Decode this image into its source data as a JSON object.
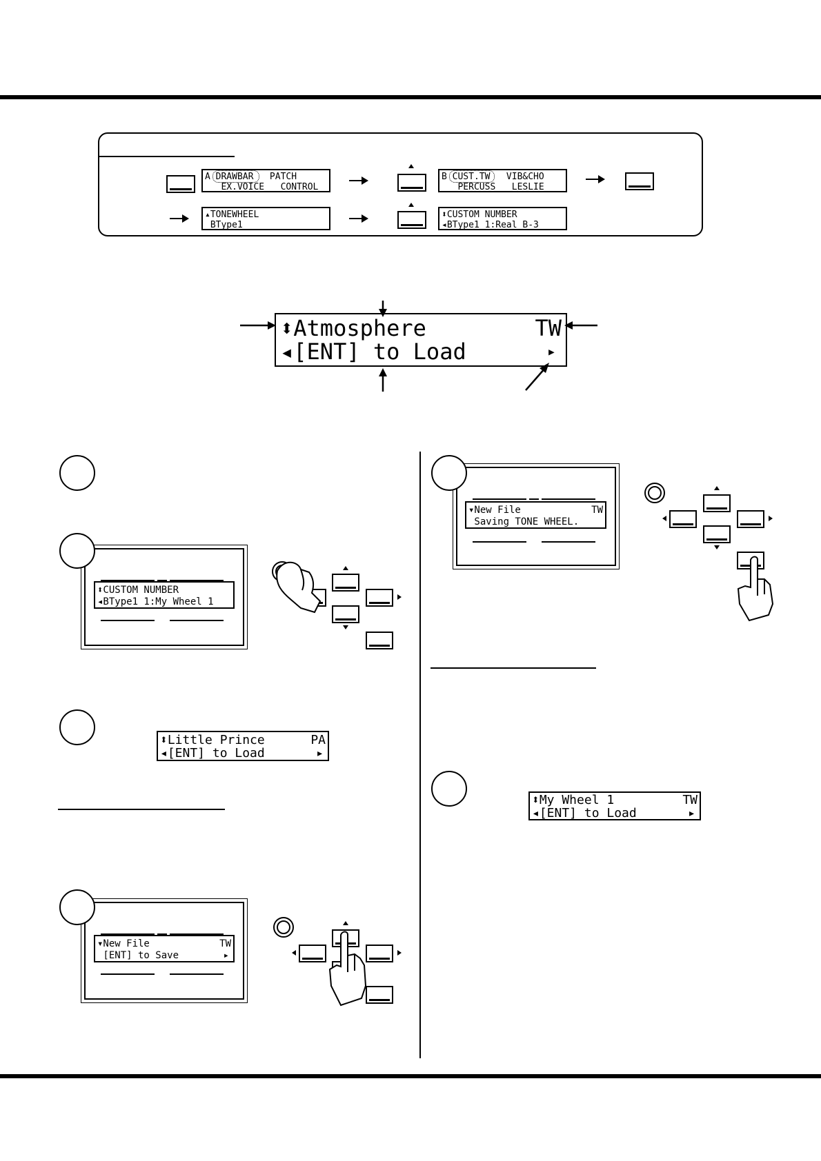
{
  "nav_box": {
    "lcd_a": {
      "line1": "A DRAWBAR   PATCH",
      "line2": "   EX.VOICE   CONTROL"
    },
    "lcd_b": {
      "line1": "B CUST.TW   VIB&CHO",
      "line2": "   PERCUSS   LESLIE"
    },
    "lcd_c": {
      "line1": "▴TONEWHEEL",
      "line2": " BType1"
    },
    "lcd_d": {
      "line1": "⬍CUSTOM NUMBER",
      "line2": "◂BType1 1:Real B-3"
    }
  },
  "main_lcd": {
    "line1": "⬍Atmosphere",
    "line1_right": "TW",
    "line2": "◂[ENT] to Load",
    "line2_right": "▸"
  },
  "step_screens": {
    "s2": {
      "line1": "⬍CUSTOM NUMBER",
      "line2": "◂BType1 1:My Wheel 1"
    },
    "s3": {
      "line1": "⬍Little Prince",
      "line1_right": "PA",
      "line2": "◂[ENT] to Load",
      "line2_right": "▸"
    },
    "s4": {
      "line1": "▾New File",
      "line1_right": "TW",
      "line2": " [ENT] to Save",
      "line2_right": "▸"
    },
    "s5": {
      "line1": "▾New File",
      "line1_right": "TW",
      "line2": " Saving TONE WHEEL."
    },
    "s6": {
      "line1": "⬍My Wheel 1",
      "line1_right": "TW",
      "line2": "◂[ENT] to Load",
      "line2_right": "▸"
    }
  },
  "icons": {
    "arrow": "right-arrow-icon",
    "hand": "pointing-hand-icon"
  }
}
